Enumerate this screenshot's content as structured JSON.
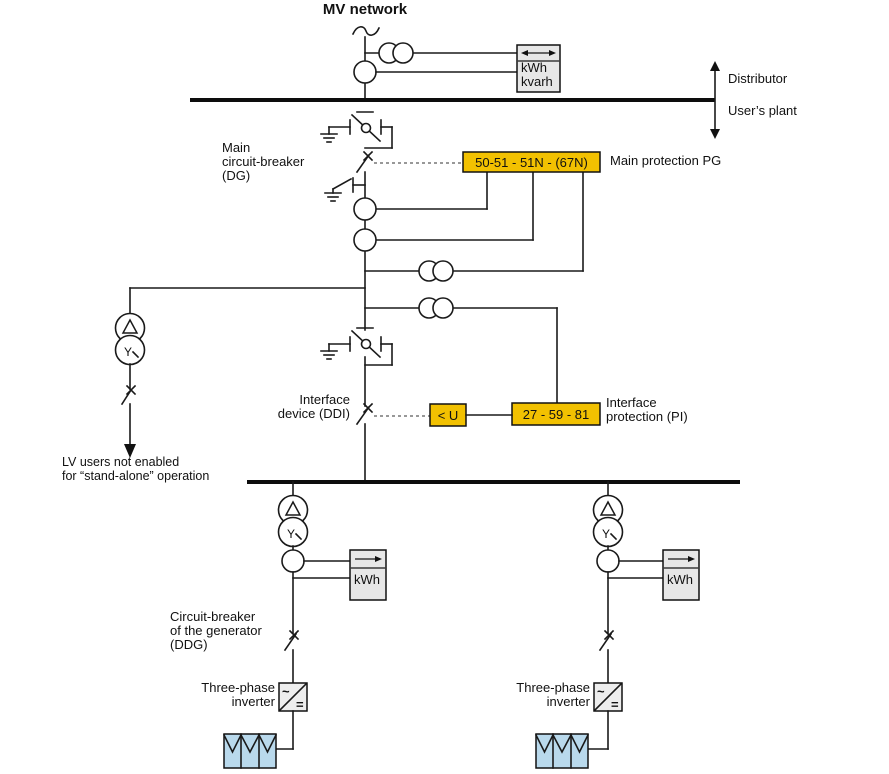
{
  "title": "MV network",
  "boundary": {
    "distributor": "Distributor",
    "users_plant": "User’s plant"
  },
  "protection": {
    "main_code": "50-51 - 51N - (67N)",
    "main_label": "Main protection PG",
    "undervoltage_code": "< U",
    "interface_code": "27 - 59 - 81",
    "interface_label": "Interface\nprotection (PI)"
  },
  "devices": {
    "main_breaker": "Main\ncircuit-breaker\n(DG)",
    "interface_device": "Interface\ndevice (DDI)",
    "generator_breaker": "Circuit-breaker\nof the generator\n(DDG)",
    "inverter_left": "Three-phase\ninverter",
    "inverter_right": "Three-phase\ninverter"
  },
  "notes": {
    "lv_users": "LV users not enabled\nfor “stand-alone” operation"
  },
  "meters": {
    "main_line1": "kWh",
    "main_line2": "kvarh",
    "generator_left": "kWh",
    "generator_right": "kWh"
  },
  "symbols": {
    "wye": "Y",
    "ac": "~",
    "dc": "="
  },
  "colors": {
    "highlight_yellow": "#f2c101",
    "panel_blue": "#b9d9ec",
    "meter_gray": "#e7e7e7",
    "inverter_gray": "#ededed",
    "line": "#1a1a1a"
  }
}
